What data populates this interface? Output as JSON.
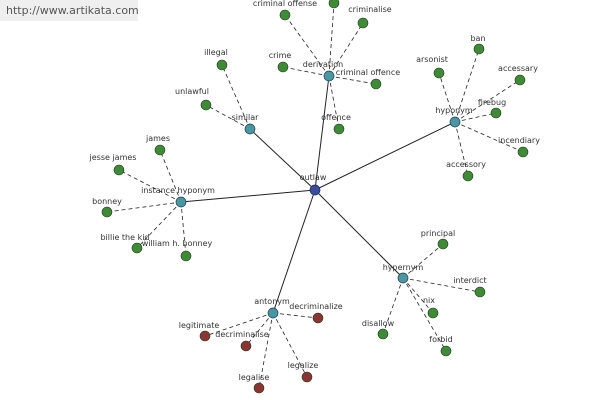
{
  "banner": {
    "url": "http://www.artikata.com"
  },
  "colors": {
    "center": "#3a4d9c",
    "hub": "#4a97a3",
    "leaf": "#3e8a36",
    "antonym_leaf": "#8a3434",
    "edge": "#222222"
  },
  "center": {
    "id": "outlaw",
    "label": "outlaw"
  },
  "hubs": [
    {
      "id": "derivation",
      "label": "derivation",
      "leaves": [
        "criminal offense",
        "criminalise",
        "crime",
        "criminal offence",
        "offence",
        ""
      ]
    },
    {
      "id": "hyponym",
      "label": "hyponym",
      "leaves": [
        "arsonist",
        "ban",
        "accessary",
        "firebug",
        "incendiary",
        "accessory"
      ]
    },
    {
      "id": "similar",
      "label": "similar",
      "leaves": [
        "illegal",
        "unlawful"
      ]
    },
    {
      "id": "instance-hyponym",
      "label": "instance hyponym",
      "leaves": [
        "james",
        "jesse james",
        "bonney",
        "billie the kid",
        "william h. bonney"
      ]
    },
    {
      "id": "hypernym",
      "label": "hypernym",
      "leaves": [
        "principal",
        "interdict",
        "nix",
        "disallow",
        "forbid"
      ]
    },
    {
      "id": "antonym",
      "label": "antonym",
      "leaves": [
        "decriminalize",
        "legitimate",
        "decriminalise",
        "legalise",
        "legalize"
      ]
    }
  ]
}
